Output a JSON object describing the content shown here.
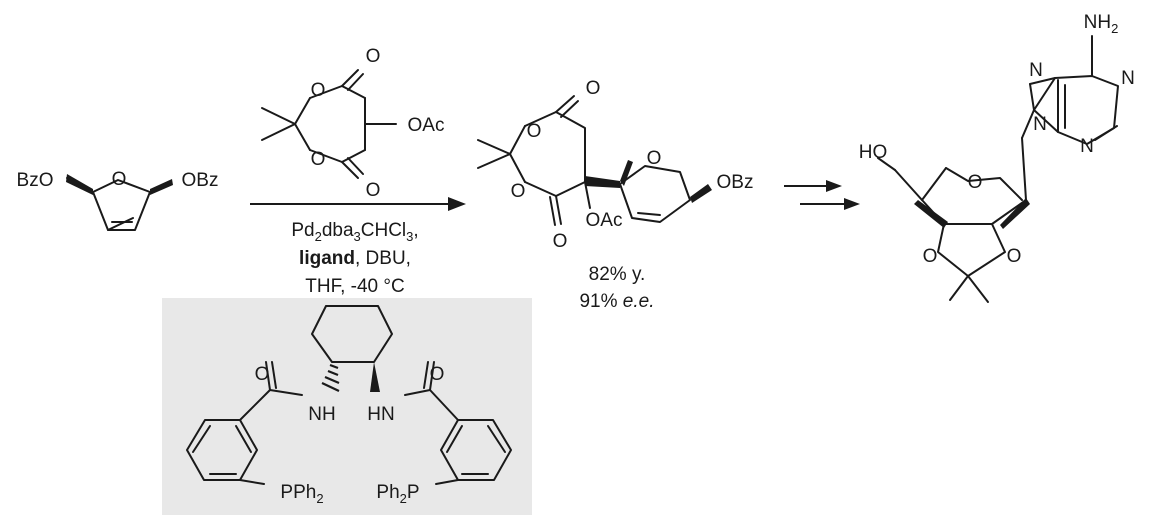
{
  "scheme": {
    "starting_material": {
      "left_group": "BzO",
      "right_group": "OBz",
      "ring_oxygen": "O"
    },
    "reagent": {
      "ring_o1": "O",
      "ring_o2": "O",
      "carbonyl_top": "O",
      "carbonyl_bottom": "O",
      "substituent": "OAc"
    },
    "conditions": {
      "line1_main": "Pd",
      "line1_sub1": "2",
      "line1_mid": "dba",
      "line1_sub2": "3",
      "line1_tail": "CHCl",
      "line1_sub3": "3",
      "line1_comma": ",",
      "line2_bold": "ligand",
      "line2_rest": ", DBU,",
      "line3": "THF, -40 °C"
    },
    "product": {
      "ring_o1": "O",
      "ring_o2": "O",
      "carbonyl_top": "O",
      "carbonyl_bottom": "O",
      "acetoxy": "OAc",
      "furan_oxygen": "O",
      "right_group": "OBz",
      "yield": "82% y.",
      "ee_value": "91% ",
      "ee_label": "e.e."
    },
    "final_product": {
      "amine_n": "NH",
      "amine_sub": "2",
      "n1": "N",
      "n3": "N",
      "n7": "N",
      "n9": "N",
      "hydroxyl": "HO",
      "furanose_o": "O",
      "acetonide_o_left": "O",
      "acetonide_o_right": "O"
    },
    "ligand": {
      "left_nh": "NH",
      "right_nh": "HN",
      "left_carbonyl": "O",
      "right_carbonyl": "O",
      "left_phosphine": "PPh",
      "left_phosphine_sub": "2",
      "right_phosphine_pre": "Ph",
      "right_phosphine_sub": "2",
      "right_phosphine_tail": "P",
      "panel_color": "#e8e8e8"
    }
  }
}
